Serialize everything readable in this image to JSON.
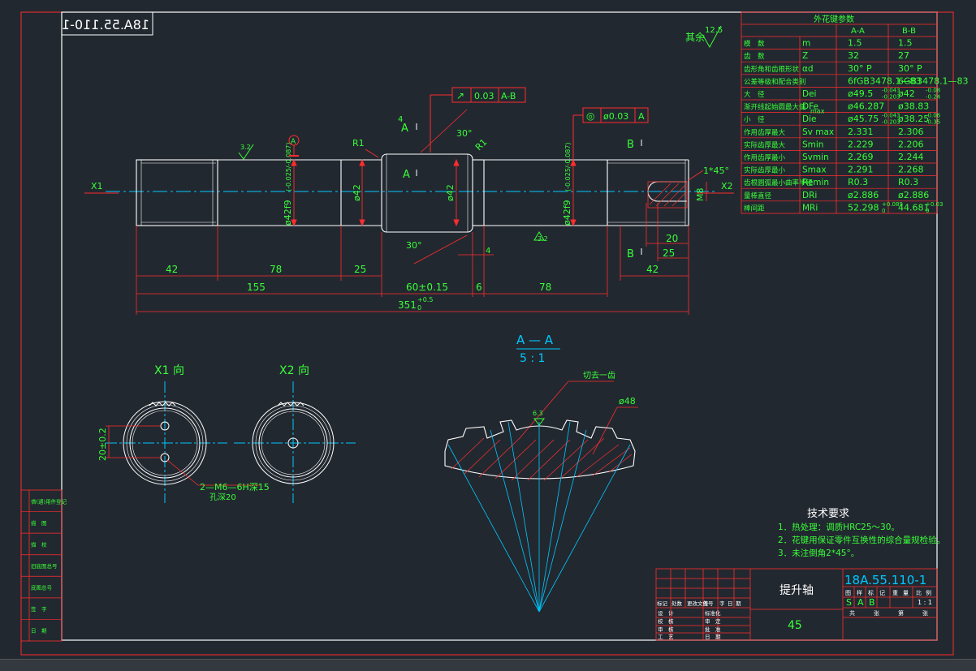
{
  "colors": {
    "background": "#222830",
    "frame": "#ffffff",
    "dim": "#ff2d2d",
    "text": "#39ff39",
    "center": "#00c8ff",
    "hatch": "#ff3030",
    "white": "#ffffff"
  },
  "drawing_number_mirrored": "18A.55.110-1",
  "roughness": {
    "label": "其余",
    "value": "12.5"
  },
  "spline_table": {
    "title": "外花键参数",
    "col_headers": [
      "A-A",
      "B-B"
    ],
    "rows": [
      {
        "label": "模　数",
        "sym": "m",
        "a": "1.5",
        "b": "1.5"
      },
      {
        "label": "齿　数",
        "sym": "Z",
        "a": "32",
        "b": "27"
      },
      {
        "label": "齿形角和齿根形状",
        "sym": "αd",
        "a": "30° P",
        "b": "30° P"
      },
      {
        "label": "公差等级和配合类别",
        "sym": "",
        "a": "6fGB3478.1—83",
        "b": "6GB3478.1—83"
      },
      {
        "label": "大　径",
        "sym": "Dei",
        "a": "ø49.5",
        "b": "ø42"
      },
      {
        "label": "渐开线起始圆最大值",
        "sym": "DFe",
        "a": "ø46.287",
        "b": "ø38.83"
      },
      {
        "label": "小　径",
        "sym": "Die",
        "a": "ø45.75",
        "b": "ø38.25"
      },
      {
        "label": "作用齿厚最大",
        "sym": "Sv max",
        "a": "2.331",
        "b": "2.306"
      },
      {
        "label": "实际齿厚最大",
        "sym": "Smin",
        "a": "2.229",
        "b": "2.206"
      },
      {
        "label": "作用齿厚最小",
        "sym": "Svmin",
        "a": "2.269",
        "b": "2.244"
      },
      {
        "label": "实际齿厚最小",
        "sym": "Smax",
        "a": "2.291",
        "b": "2.268"
      },
      {
        "label": "齿根圆弧最小曲率半径",
        "sym": "Remin",
        "a": "R0.3",
        "b": "R0.3"
      },
      {
        "label": "量棒直径",
        "sym": "DRi",
        "a": "ø2.886",
        "b": "ø2.886"
      },
      {
        "label": "棒间距",
        "sym": "MRi",
        "a": "52.298",
        "b": "44.681"
      }
    ],
    "tol_dei_a": [
      "-0.043",
      "-0.203"
    ],
    "tol_dei_b": [
      "-0.08",
      "-0.24"
    ],
    "tol_die_a": [
      "-0.043",
      "-0.203"
    ],
    "tol_die_b": [
      "-0.06",
      "-0.35"
    ],
    "tol_mri_a": [
      "+0.089",
      "0"
    ],
    "tol_mri_b": [
      "+0.03",
      "0"
    ],
    "max_label": "max"
  },
  "tolerance_frames": [
    {
      "symbol": "↗",
      "value": "0.03",
      "datum": "A-B"
    },
    {
      "symbol": "◎",
      "value": "ø0.03",
      "datum": "A"
    }
  ],
  "shaft_labels": {
    "x1": "X1",
    "x2": "X2",
    "a_top": "A",
    "a_mid": "A",
    "b_top": "B",
    "b_bot": "B",
    "r1_left": "R1",
    "r1_right": "R1",
    "ang_top": "30°",
    "ang_bot": "30°",
    "chamfer": "1*45°",
    "d42f9_left": "ø42f9",
    "tol_left": "(-0.025/-0.087)",
    "d42_a": "ø42",
    "d42_b": "ø42",
    "d42f9_right": "ø42f9",
    "tol_right": "(-0.025/-0.087)",
    "m8": "M8",
    "datum_a": "A",
    "rough_left": "3.2",
    "rough_bot": "3.2",
    "four_top": "4",
    "four_bot": "4"
  },
  "dimensions": {
    "d42_left": "42",
    "d78": "78",
    "d25": "25",
    "d155": "155",
    "d60": "60±0.15",
    "d6": "6",
    "d78_right": "78",
    "d351": "351",
    "d351_tol_up": "+0.5",
    "d351_tol_low": "0",
    "d20": "20",
    "d25_key": "25",
    "d42_right": "42"
  },
  "section_view": {
    "title": "A — A",
    "scale": "5 : 1",
    "note": "切去一齿",
    "dia": "ø48",
    "rough": "6.3"
  },
  "views": {
    "x1_title": "X1 向",
    "x2_title": "X2 向",
    "x1_dim": "20±0.2",
    "x1_note1": "2—M6—6H深15",
    "x1_note2": "孔深20"
  },
  "tech_req": {
    "title": "技术要求",
    "items": [
      "1．热处理：调质HRC25～30。",
      "2．花键用保证零件互换性的综合量规检验。",
      "3．未注倒角2*45°。"
    ]
  },
  "title_block": {
    "part_name": "提升轴",
    "material": "45",
    "drawing_no": "18A.55.110-1",
    "head_labels": [
      "图",
      "样",
      "标",
      "记",
      "重",
      "量",
      "比",
      "例"
    ],
    "scale": "1 : 1",
    "marks": [
      "S",
      "A",
      "B"
    ],
    "sheet_labels": [
      "共",
      "张",
      "第",
      "张"
    ],
    "rev_labels": [
      "标记",
      "处数",
      "更改文件号",
      "签",
      "字",
      "日",
      "期"
    ],
    "sign_rows": [
      "设　计",
      "校　核",
      "审　核",
      "工　艺"
    ],
    "sign_rows2": [
      "标准化",
      "审　定",
      "批　准",
      "日　期"
    ]
  },
  "side_block": [
    "借(通)用件登记",
    "描　图",
    "描　校",
    "旧底图总号",
    "底图总号",
    "签　字",
    "日　期"
  ]
}
